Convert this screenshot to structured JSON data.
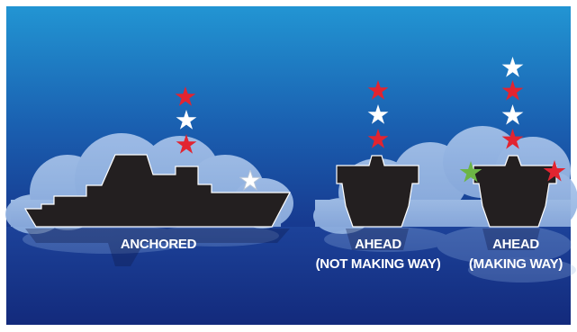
{
  "colors": {
    "sky_top": "#1f8ccd",
    "sky_bottom": "#15358c",
    "sea_top": "#1b3f95",
    "sea_bottom": "#14287a",
    "cloud": "#9fbbe6",
    "hull": "#231f20",
    "star_red": "#e22430",
    "star_white": "#ffffff",
    "star_green": "#6cb545"
  },
  "vessels": [
    {
      "id": "anchored",
      "caption": [
        "ANCHORED"
      ],
      "mast_stars_top_to_bottom": [
        "red",
        "white",
        "red"
      ],
      "deck_light": "white"
    },
    {
      "id": "ahead-not-making-way",
      "caption": [
        "AHEAD",
        "(NOT MAKING WAY)"
      ],
      "mast_stars_top_to_bottom": [
        "red",
        "white",
        "red"
      ]
    },
    {
      "id": "ahead-making-way",
      "caption": [
        "AHEAD",
        "(MAKING WAY)"
      ],
      "mast_stars_top_to_bottom": [
        "white",
        "red",
        "white",
        "red"
      ],
      "side_lights": {
        "left": "green",
        "right": "red"
      }
    }
  ]
}
